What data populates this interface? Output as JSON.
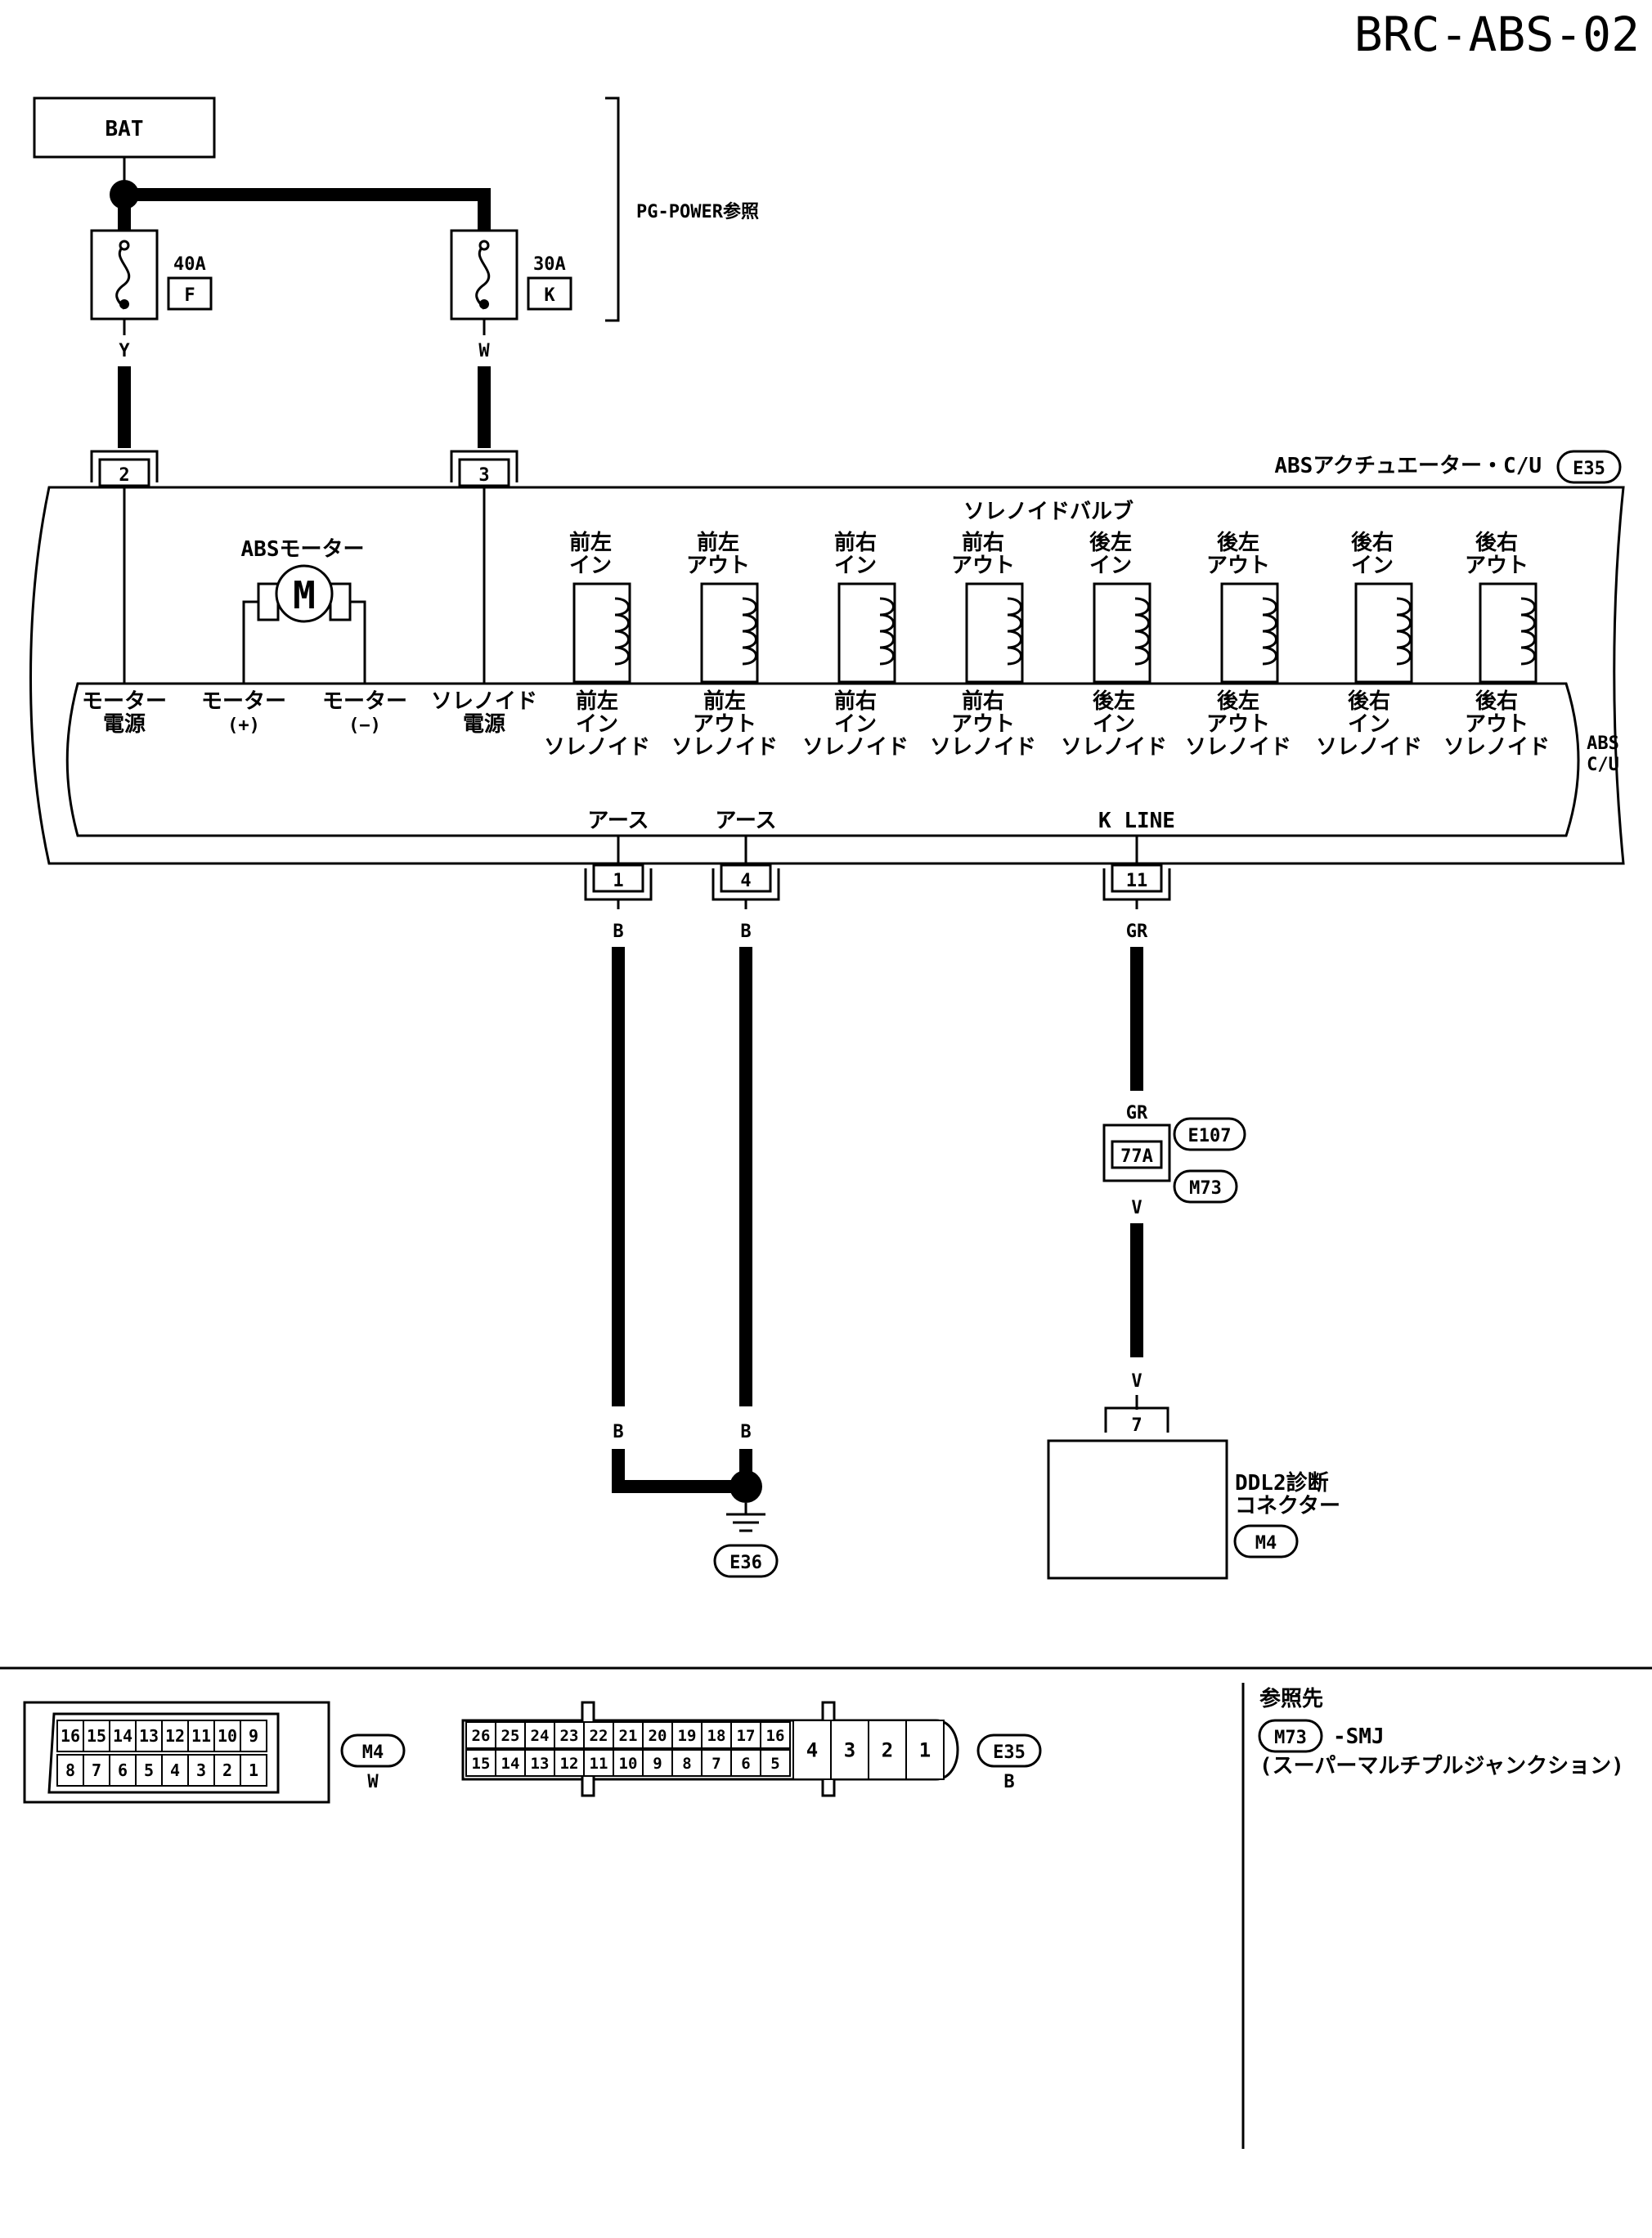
{
  "page_code": "BRC-ABS-02",
  "battery": {
    "label": "BAT"
  },
  "power_ref": {
    "label": "PG-POWER参照"
  },
  "fuses": [
    {
      "amp": "40A",
      "id": "F",
      "wire_color": "Y",
      "pin": "2"
    },
    {
      "amp": "30A",
      "id": "K",
      "wire_color": "W",
      "pin": "3"
    }
  ],
  "actuator": {
    "label": "ABSアクチュエーター・C/U",
    "connector": "E35"
  },
  "abs_motor": {
    "label": "ABSモーター",
    "symbol": "M"
  },
  "solenoid_valves": {
    "group_label": "ソレノイドバルブ",
    "items": [
      {
        "l1": "前左",
        "l2": "イン"
      },
      {
        "l1": "前左",
        "l2": "アウト"
      },
      {
        "l1": "前右",
        "l2": "イン"
      },
      {
        "l1": "前右",
        "l2": "アウト"
      },
      {
        "l1": "後左",
        "l2": "イン"
      },
      {
        "l1": "後左",
        "l2": "アウト"
      },
      {
        "l1": "後右",
        "l2": "イン"
      },
      {
        "l1": "後右",
        "l2": "アウト"
      }
    ]
  },
  "cu_terminals": [
    {
      "l1": "モーター",
      "l2": "電源"
    },
    {
      "l1": "モーター",
      "l2": "(+)"
    },
    {
      "l1": "モーター",
      "l2": "(−)"
    },
    {
      "l1": "ソレノイド",
      "l2": "電源"
    }
  ],
  "solenoid_terminals": [
    {
      "l1": "前左",
      "l2": "イン",
      "l3": "ソレノイド"
    },
    {
      "l1": "前左",
      "l2": "アウト",
      "l3": "ソレノイド"
    },
    {
      "l1": "前右",
      "l2": "イン",
      "l3": "ソレノイド"
    },
    {
      "l1": "前右",
      "l2": "アウト",
      "l3": "ソレノイド"
    },
    {
      "l1": "後左",
      "l2": "イン",
      "l3": "ソレノイド"
    },
    {
      "l1": "後左",
      "l2": "アウト",
      "l3": "ソレノイド"
    },
    {
      "l1": "後右",
      "l2": "イン",
      "l3": "ソレノイド"
    },
    {
      "l1": "後右",
      "l2": "アウト",
      "l3": "ソレノイド"
    }
  ],
  "cu_label": {
    "l1": "ABS",
    "l2": "C/U"
  },
  "bottom_pins": [
    {
      "label": "アース",
      "pin": "1",
      "wire_color": "B"
    },
    {
      "label": "アース",
      "pin": "4",
      "wire_color": "B"
    },
    {
      "label": "K LINE",
      "pin": "11",
      "wire_color": "GR"
    }
  ],
  "ground": {
    "connector": "E36",
    "wire_color_left": "B",
    "wire_color_right": "B"
  },
  "junction": {
    "pin": "77A",
    "connector_top": "E107",
    "connector_bottom": "M73",
    "wire_in": "GR",
    "wire_out": "V"
  },
  "ddl": {
    "pin": "7",
    "wire_color": "V",
    "l1": "DDL2診断",
    "l2": "コネクター",
    "connector": "M4"
  },
  "legend": {
    "m4": {
      "top_row": [
        "16",
        "15",
        "14",
        "13",
        "12",
        "11",
        "10",
        "9"
      ],
      "bottom_row": [
        "8",
        "7",
        "6",
        "5",
        "4",
        "3",
        "2",
        "1"
      ],
      "id": "M4",
      "color": "W"
    },
    "e35": {
      "top_row": [
        "26",
        "25",
        "24",
        "23",
        "22",
        "21",
        "20",
        "19",
        "18",
        "17",
        "16"
      ],
      "bottom_row": [
        "15",
        "14",
        "13",
        "12",
        "11",
        "10",
        "9",
        "8",
        "7",
        "6",
        "5"
      ],
      "big": [
        "4",
        "3",
        "2",
        "1"
      ],
      "id": "E35",
      "color": "B"
    },
    "reference": {
      "title": "参照先",
      "connector": "M73",
      "suffix": "-SMJ",
      "note": "(スーパーマルチプルジャンクション)"
    }
  }
}
